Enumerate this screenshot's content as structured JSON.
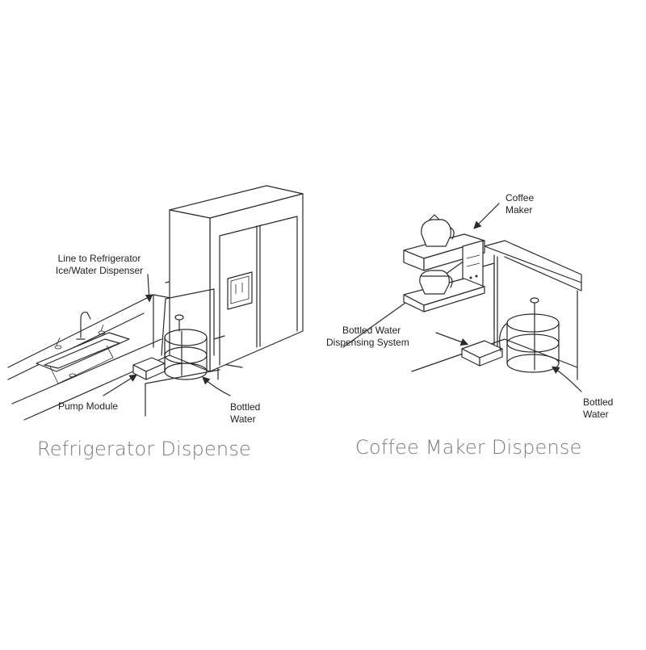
{
  "refrigerator_panel": {
    "caption": "Refrigerator Dispense",
    "label_line": [
      "Line to Refrigerator",
      "Ice/Water Dispenser"
    ],
    "label_pump": "Pump Module",
    "label_bottled": [
      "Bottled",
      "Water"
    ]
  },
  "coffee_panel": {
    "caption": "Coffee Maker Dispense",
    "label_coffee": [
      "Coffee",
      "Maker"
    ],
    "label_system": [
      "Bottled Water",
      "Dispensing System"
    ],
    "label_bottled": [
      "Bottled",
      "Water"
    ]
  },
  "colors": {
    "line": "#2a2a2a",
    "caption": "#7b7b7b"
  }
}
